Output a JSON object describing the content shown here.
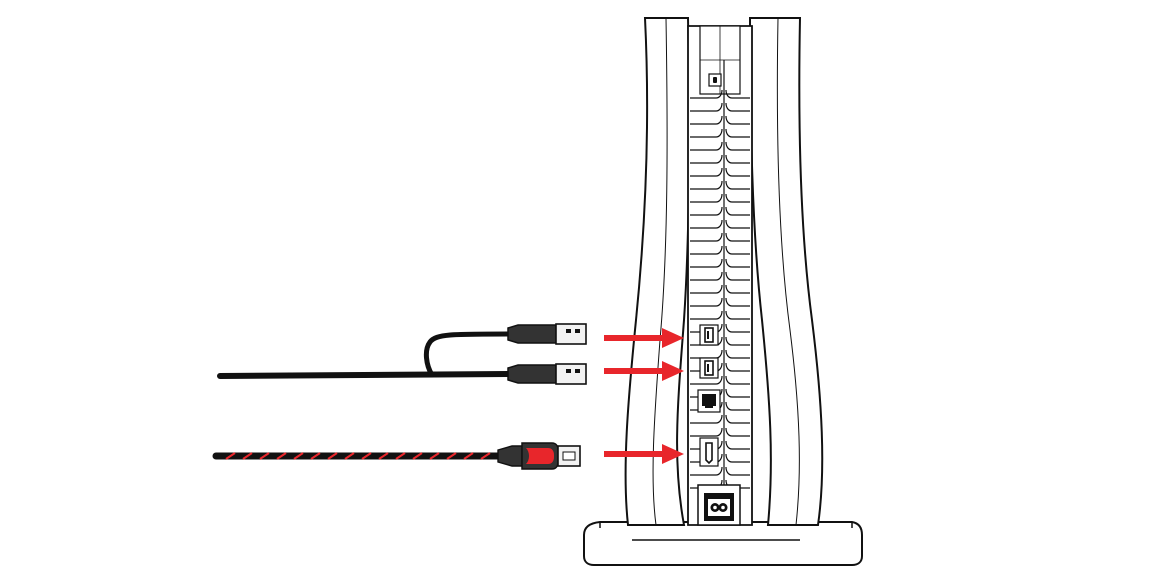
{
  "colors": {
    "background": "#ffffff",
    "outline": "#111111",
    "cable": "#111111",
    "plug_body": "#333333",
    "usb_metal": "#f2f2f2",
    "arrow": "#e8262b",
    "hdmi_accent": "#e8262b",
    "shell": "#ffffff"
  },
  "icons": {
    "usb_plug_top": "usb-a-plug-icon",
    "usb_plug_bottom": "usb-a-plug-icon",
    "hdmi_plug": "hdmi-plug-icon",
    "usb_port_1": "usb-port-icon",
    "usb_port_2": "usb-port-icon",
    "ethernet_port": "ethernet-port-icon",
    "hdmi_port": "hdmi-port-icon",
    "power_port": "power-port-icon",
    "lock_slot": "lock-slot-icon"
  },
  "connections": [
    {
      "from": "usb-a-plug-top",
      "to": "usb-port-1",
      "indicator": "arrow-1"
    },
    {
      "from": "usb-a-plug-bottom",
      "to": "usb-port-2",
      "indicator": "arrow-2"
    },
    {
      "from": "hdmi-plug",
      "to": "hdmi-port",
      "indicator": "arrow-3"
    }
  ]
}
